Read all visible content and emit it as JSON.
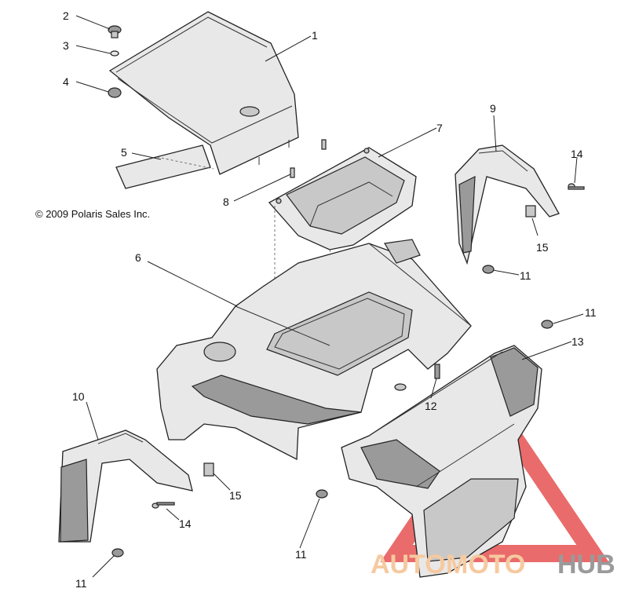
{
  "copyright": "© 2009 Polaris Sales Inc.",
  "callouts": {
    "c1": "1",
    "c2": "2",
    "c3": "3",
    "c4": "4",
    "c5": "5",
    "c6": "6",
    "c7": "7",
    "c8": "8",
    "c9": "9",
    "c10": "10",
    "c11a": "11",
    "c11b": "11",
    "c11c": "11",
    "c11d": "11",
    "c12": "12",
    "c13": "13",
    "c14a": "14",
    "c14b": "14",
    "c15a": "15",
    "c15b": "15"
  },
  "watermark": {
    "part1": "AUTO",
    "part2": "MOTO",
    "part3": "HUB",
    "color_primary": "#f6c9a0",
    "color_secondary": "#9a9a9a",
    "triangle_color": "#e23a3a"
  }
}
